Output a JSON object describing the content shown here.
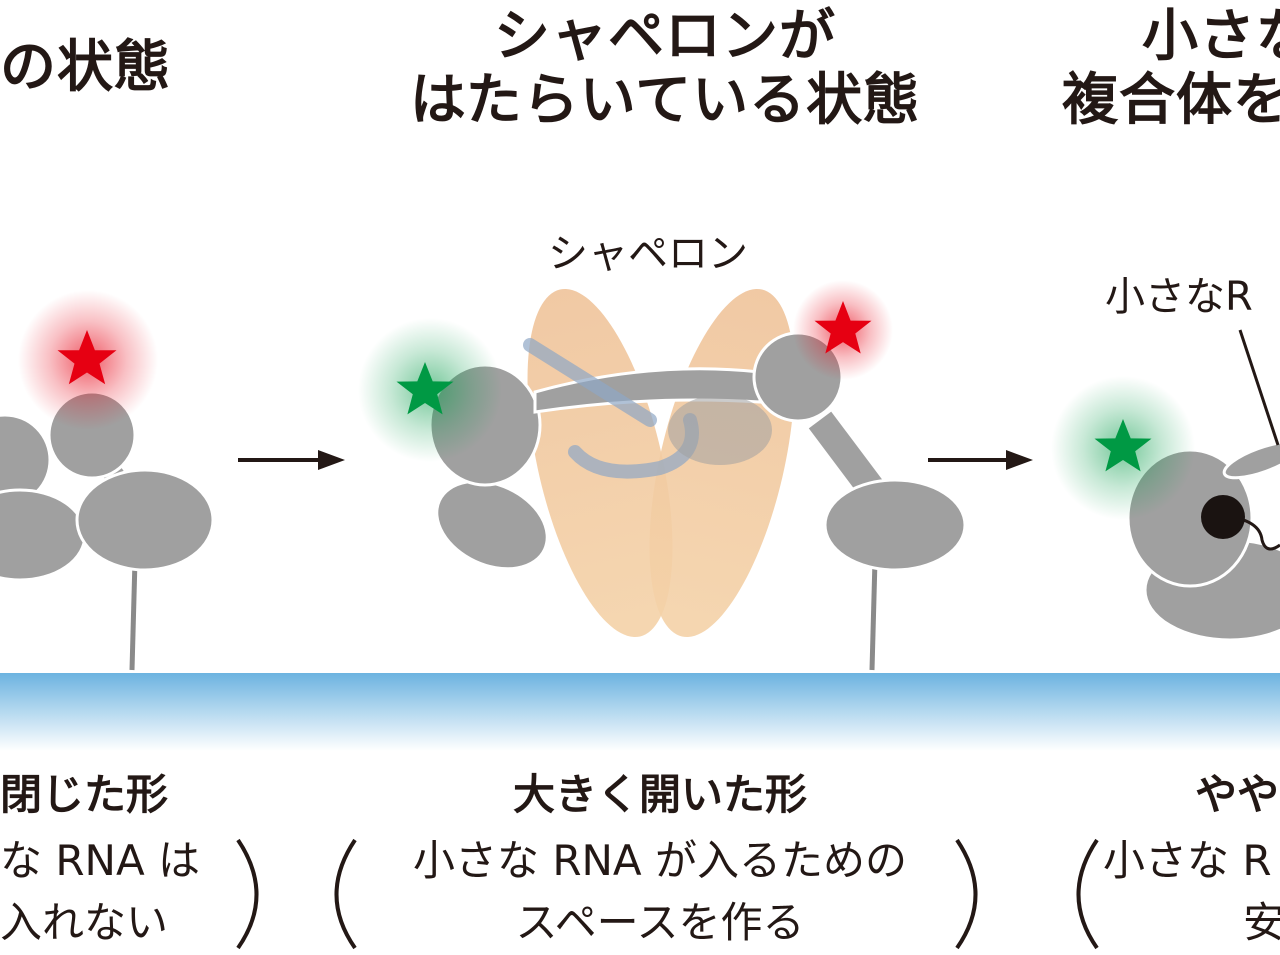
{
  "panels": {
    "left": {
      "title_line1": "の状態",
      "shape_label": "閉じた形",
      "note_line1": "な RNA は",
      "note_line2": "入れない"
    },
    "middle": {
      "title_line1": "シャペロンが",
      "title_line2": "はたらいている状態",
      "chaperone_label": "シャペロン",
      "shape_label": "大きく開いた形",
      "note_line1": "小さな RNA が入るための",
      "note_line2": "スペースを作る"
    },
    "right": {
      "title_line1": "小さな",
      "title_line2": "複合体を",
      "rna_label": "小さなR",
      "shape_label": "やや",
      "note_line1": "小さな R",
      "note_line2": "安"
    }
  },
  "colors": {
    "protein": "#a0a0a0",
    "chaperone": "#f1c89a",
    "membrane_top": "#6cb3e0",
    "star_red": "#e60012",
    "star_green": "#009944",
    "text": "#231815"
  }
}
